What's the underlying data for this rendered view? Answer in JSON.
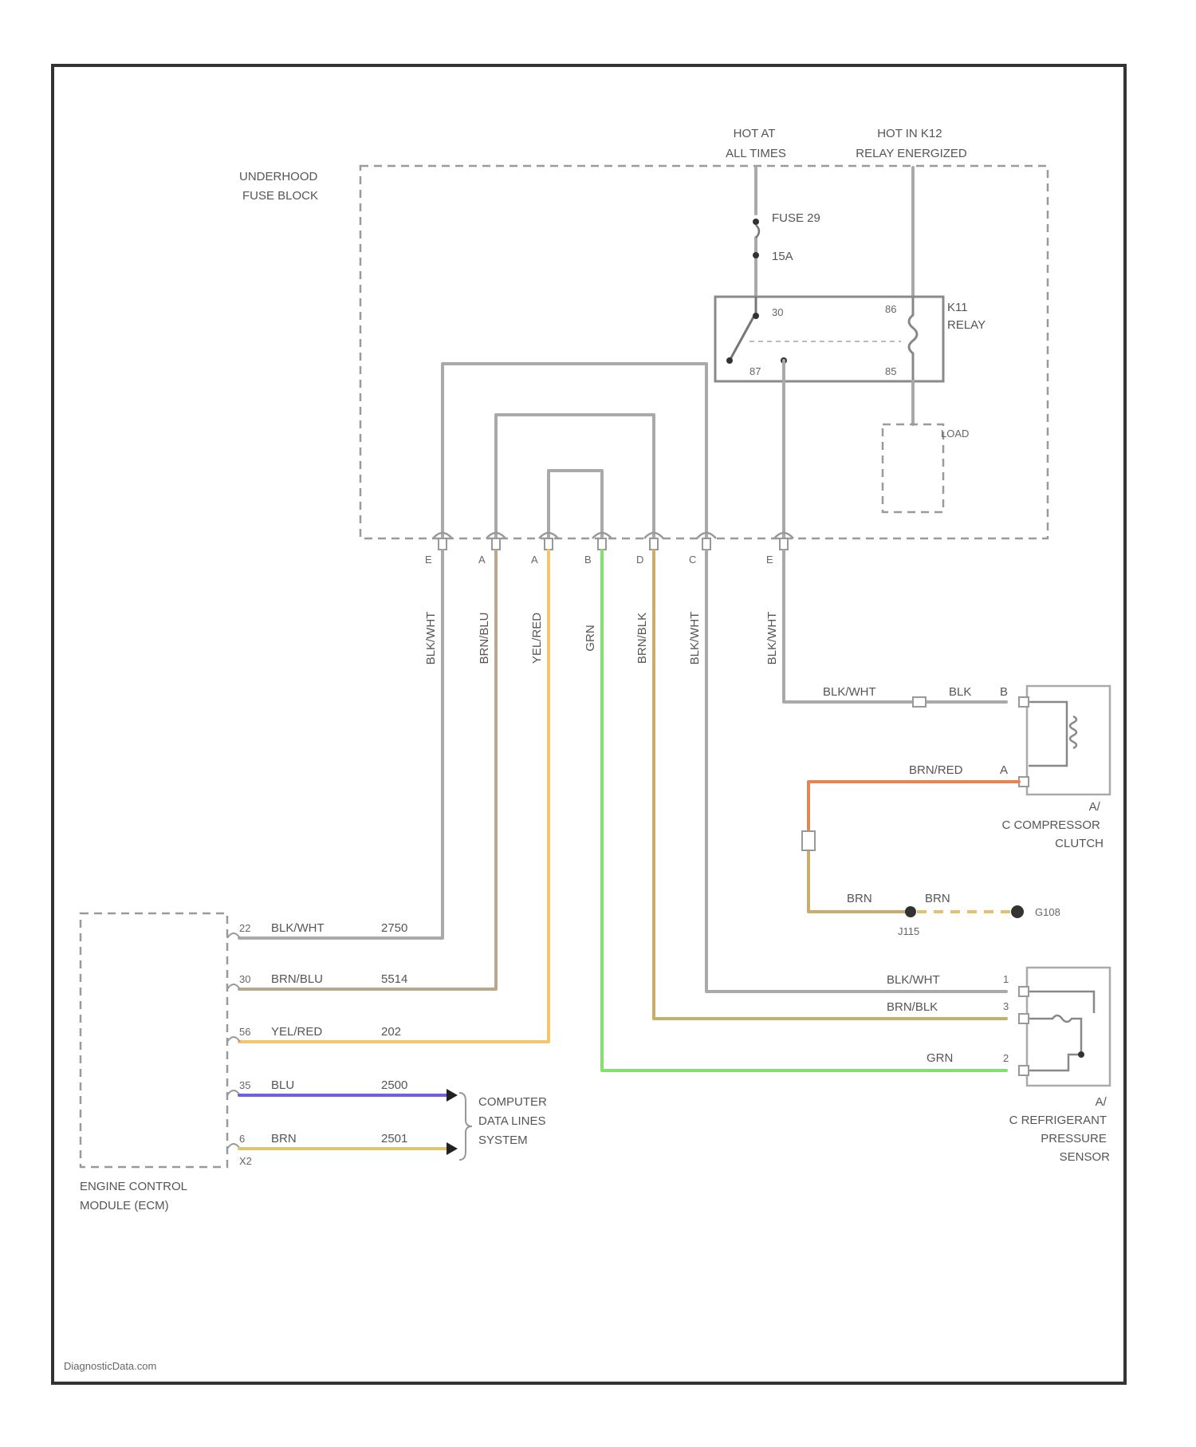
{
  "colors": {
    "gray": "#a9a9a9",
    "tan": "#b7a98e",
    "orange_yellow": "#f6c46a",
    "green": "#7fe36b",
    "brown_yellow": "#c9ad6c",
    "blue": "#6b5ef0",
    "brown_red": "#e8844f",
    "border": "#333333"
  },
  "fuse_block": {
    "name": "UNDERHOOD\nFUSE BLOCK",
    "hot_left": "HOT AT\nALL TIMES",
    "hot_right": "HOT IN K12\nRELAY ENERGIZED",
    "fuse_label": "FUSE 29",
    "fuse_rating": "15A",
    "relay_label": "K11\nRELAY",
    "relay_pins": [
      "30",
      "86",
      "87",
      "85"
    ],
    "load_label": "LOAD",
    "terminals": [
      "E",
      "A",
      "A",
      "B",
      "D",
      "C",
      "E"
    ]
  },
  "vertical_wires": [
    "BLK/WHT",
    "BRN/BLU",
    "YEL/RED",
    "GRN",
    "BRN/BLK",
    "BLK/WHT",
    "BLK/WHT"
  ],
  "compressor": {
    "wire1_color": "BLK/WHT",
    "wire1_color_b": "BLK",
    "pin_b": "B",
    "wire2_color": "BRN/RED",
    "pin_a": "A",
    "name": "A/\nC COMPRESSOR\nCLUTCH",
    "ground_wire_1": "BRN",
    "ground_wire_2": "BRN",
    "junction": "J115",
    "ground": "G108"
  },
  "sensor": {
    "wire1": "BLK/WHT",
    "pin1": "1",
    "wire3": "BRN/BLK",
    "pin3": "3",
    "wire2": "GRN",
    "pin2": "2",
    "name": "A/\nC REFRIGERANT\nPRESSURE\nSENSOR"
  },
  "ecm": {
    "name": "ENGINE CONTROL\nMODULE (ECM)",
    "rows": [
      {
        "pin": "22",
        "color": "BLK/WHT",
        "circuit": "2750"
      },
      {
        "pin": "30",
        "color": "BRN/BLU",
        "circuit": "5514"
      },
      {
        "pin": "56",
        "color": "YEL/RED",
        "circuit": "202"
      },
      {
        "pin": "35",
        "color": "BLU",
        "circuit": "2500"
      },
      {
        "pin": "6",
        "color": "BRN",
        "circuit": "2501"
      }
    ],
    "connector": "X2"
  },
  "data_lines": "COMPUTER\nDATA LINES\nSYSTEM",
  "watermark": "DiagnosticData.com"
}
